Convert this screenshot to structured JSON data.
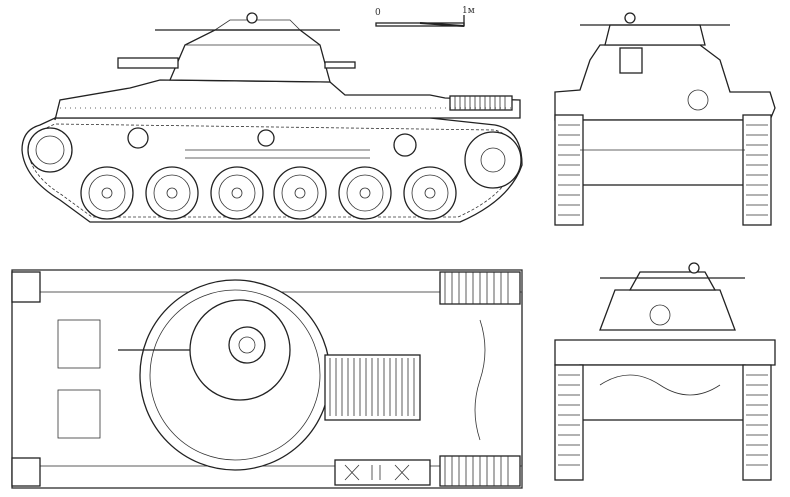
{
  "scale_bar": {
    "start_label": "0",
    "end_label": "1м",
    "length_m": 1
  },
  "views": [
    "side-view",
    "front-view",
    "top-view",
    "rear-view"
  ],
  "colors": {
    "line": "#222222",
    "background": "#ffffff"
  }
}
